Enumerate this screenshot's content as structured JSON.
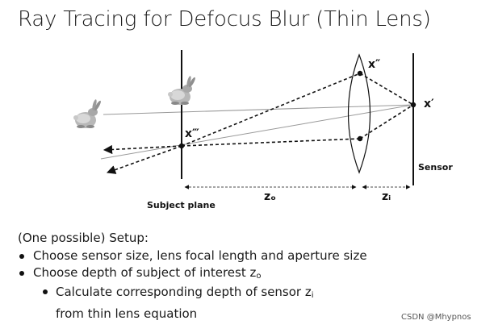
{
  "title": "Ray Tracing for Defocus Blur (Thin Lens)",
  "diagram": {
    "labels": {
      "x_double_prime": "x″",
      "x_prime": "x′",
      "x_triple_prime": "x‴",
      "sensor": "Sensor",
      "subject_plane": "Subject plane",
      "z_o": "zₒ",
      "z_i": "zᵢ"
    }
  },
  "setup": {
    "heading": "(One possible) Setup:",
    "bullet1": "Choose sensor size, lens focal length and aperture size",
    "bullet2_text": "Choose depth of subject of interest z",
    "bullet2_sub": "o",
    "bullet3_text": "Calculate corresponding depth of sensor z",
    "bullet3_sub": "i",
    "bullet3_line2": "from thin lens equation"
  },
  "watermark": "CSDN @Mhypnos",
  "colors": {
    "ray": "#111111",
    "axis": "#999999"
  }
}
